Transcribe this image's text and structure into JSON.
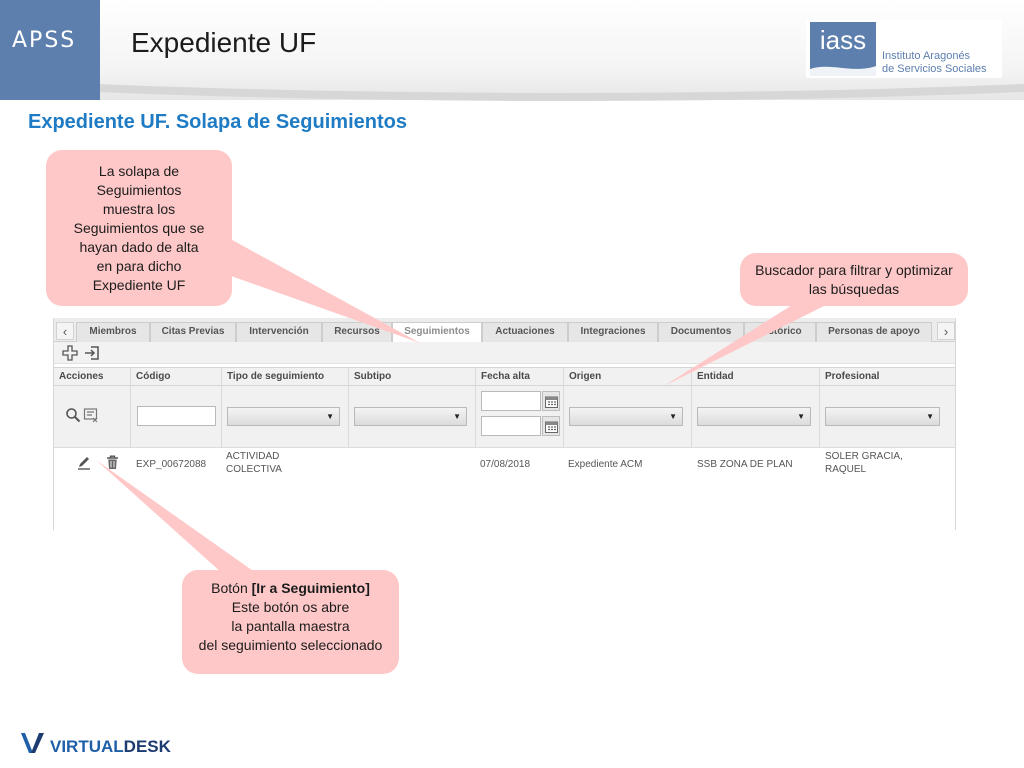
{
  "header": {
    "apss_label": "APSS",
    "title": "Expediente UF",
    "iass": {
      "logo_text": "iass",
      "org_line1": "Instituto Aragonés",
      "org_line2": "de Servicios Sociales"
    }
  },
  "slide_title": "Expediente UF. Solapa de Seguimientos",
  "callouts": {
    "seguimientos": [
      "La solapa de",
      "Seguimientos",
      "muestra los",
      "Seguimientos que se",
      "hayan dado de alta",
      "en para dicho",
      "Expediente UF"
    ],
    "buscador": [
      "Buscador para filtrar y optimizar",
      "las búsquedas"
    ],
    "boton": {
      "prefix": "Botón ",
      "bold": "[Ir a Seguimiento]",
      "lines": [
        "Este botón os abre",
        "la pantalla maestra",
        "del seguimiento seleccionado"
      ]
    }
  },
  "tabs": {
    "items": [
      {
        "label": "Miembros"
      },
      {
        "label": "Citas Previas"
      },
      {
        "label": "Intervención"
      },
      {
        "label": "Recursos"
      },
      {
        "label": "Seguimientos",
        "active": true
      },
      {
        "label": "Actuaciones"
      },
      {
        "label": "Integraciones"
      },
      {
        "label": "Documentos"
      },
      {
        "label": "Histórico"
      },
      {
        "label": "Personas de apoyo"
      }
    ],
    "prev_glyph": "‹",
    "next_glyph": "›"
  },
  "toolbar": {
    "icons": [
      "add-icon",
      "import-icon"
    ]
  },
  "grid": {
    "columns": [
      "Acciones",
      "Código",
      "Tipo de seguimiento",
      "Subtipo",
      "Fecha alta",
      "Origen",
      "Entidad",
      "Profesional"
    ],
    "filters": {
      "codigo_value": "",
      "selects": [
        "",
        "",
        "",
        "",
        ""
      ],
      "date_from": "",
      "date_to": ""
    },
    "rows": [
      {
        "codigo": "EXP_00672088",
        "tipo_line1": "ACTIVIDAD",
        "tipo_line2": "COLECTIVA",
        "subtipo": "",
        "fecha_alta": "07/08/2018",
        "origen": "Expediente ACM",
        "entidad": "SSB ZONA DE PLAN",
        "profesional_line1": "SOLER GRACIA,",
        "profesional_line2": "RAQUEL"
      }
    ]
  },
  "footer": {
    "brand_virtual": "VIRTUAL",
    "brand_desk": "DESK"
  },
  "colors": {
    "accent_blue": "#1f7cc4",
    "apss_blue": "#5d7fae",
    "callout_pink": "#ffc8c8",
    "vd_blue": "#1e5fa8",
    "vd_navy": "#1d3b70"
  }
}
